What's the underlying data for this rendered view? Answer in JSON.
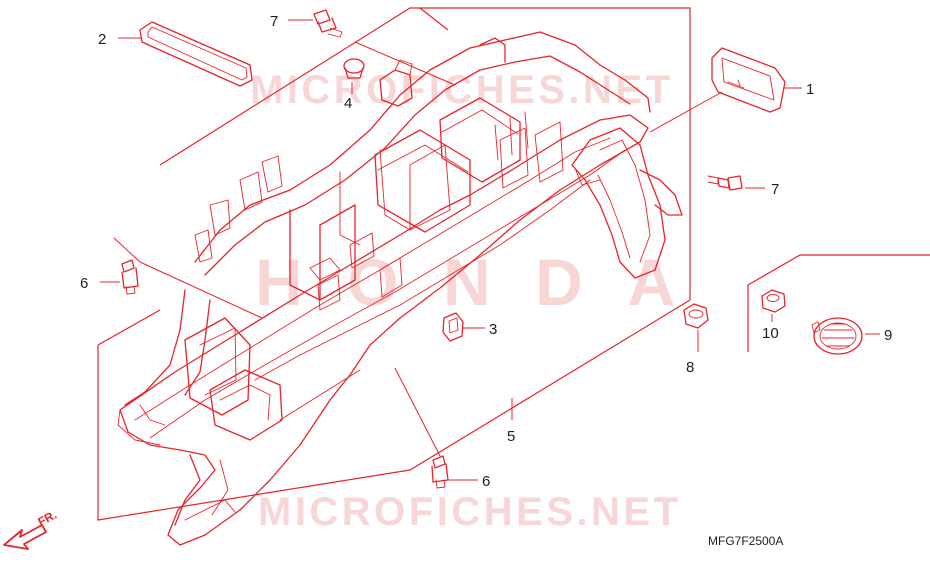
{
  "watermarks": {
    "top": "MICROFICHES.NET",
    "middle": "HONDA",
    "bottom": "MICROFICHES.NET"
  },
  "diagram_code": "MFG7F2500A",
  "direction_label": "FR.",
  "callouts": {
    "c1": "1",
    "c2": "2",
    "c3": "3",
    "c4": "4",
    "c5": "5",
    "c6a": "6",
    "c6b": "6",
    "c7a": "7",
    "c7b": "7",
    "c8": "8",
    "c9": "9",
    "c10": "10"
  },
  "colors": {
    "line": "#e8232a",
    "text": "#1f1f1f",
    "watermark": "#f2b6b6"
  }
}
